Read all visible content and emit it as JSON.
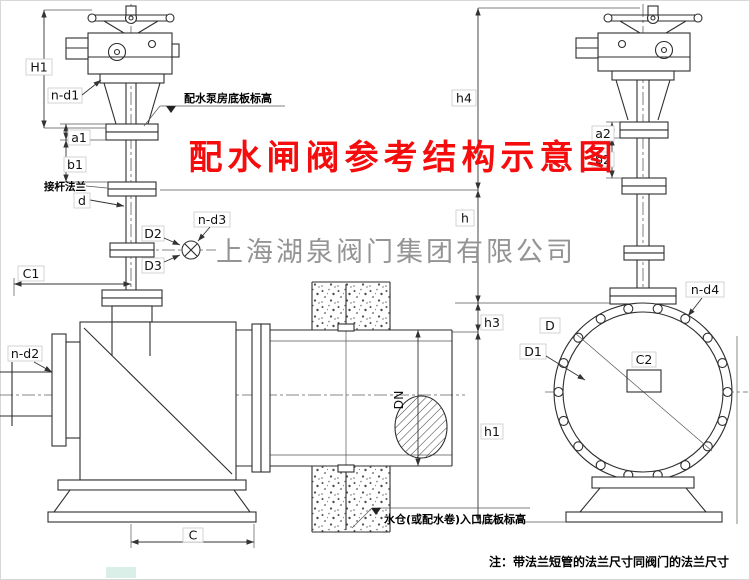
{
  "title": "配水闸阀参考结构示意图",
  "watermark": "上海湖泉阀门集团有限公司",
  "note": "注：带法兰短管的法兰尺寸同阀门的法兰尺寸",
  "colors": {
    "title": "#f50d0d",
    "watermark": "#8f8f8f",
    "line": "#2e2e2e"
  },
  "labels": {
    "H1": "H1",
    "n_d1": "n-d1",
    "pump_room_elevation": "配水泵房底板标高",
    "a1": "a1",
    "b1": "b1",
    "stem_flange": "接杆法兰",
    "d": "d",
    "D2": "D2",
    "D3": "D3",
    "n_d3": "n-d3",
    "C1": "C1",
    "n_d2": "n-d2",
    "DN": "DN",
    "C": "C",
    "inlet_elevation": "水仓(或配水卷)入口底板标高",
    "h4": "h4",
    "h": "h",
    "h3": "h3",
    "h1": "h1",
    "a2": "a2",
    "b2": "b2",
    "n_d4": "n-d4",
    "D": "D",
    "D1": "D1",
    "C2": "C2"
  }
}
